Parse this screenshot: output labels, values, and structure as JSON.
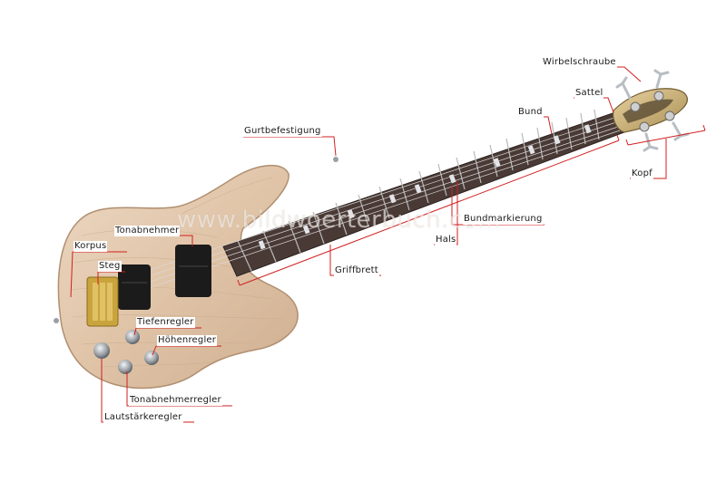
{
  "watermark": "www.bildwoerterbuch.com",
  "colors": {
    "leader": "#d21f1f",
    "body_wood": "#e2c9b0",
    "fretboard": "#4a3a36",
    "pickup": "#1b1b1b",
    "hardware_gold": "#c9a43c",
    "chrome": "#b8bec4"
  },
  "labels": {
    "wirbelschraube": "Wirbelschraube",
    "sattel": "Sattel",
    "bund": "Bund",
    "kopf": "Kopf",
    "gurtbefestigung": "Gurtbefestigung",
    "bundmarkierung": "Bundmarkierung",
    "hals": "Hals",
    "griffbrett": "Griffbrett",
    "tonabnehmer": "Tonabnehmer",
    "korpus": "Korpus",
    "steg": "Steg",
    "tiefenregler": "Tiefenregler",
    "hoehenregler": "Höhenregler",
    "tonabnehmerregler": "Tonabnehmerregler",
    "lautstaerkeregler": "Lautstärkeregler"
  }
}
